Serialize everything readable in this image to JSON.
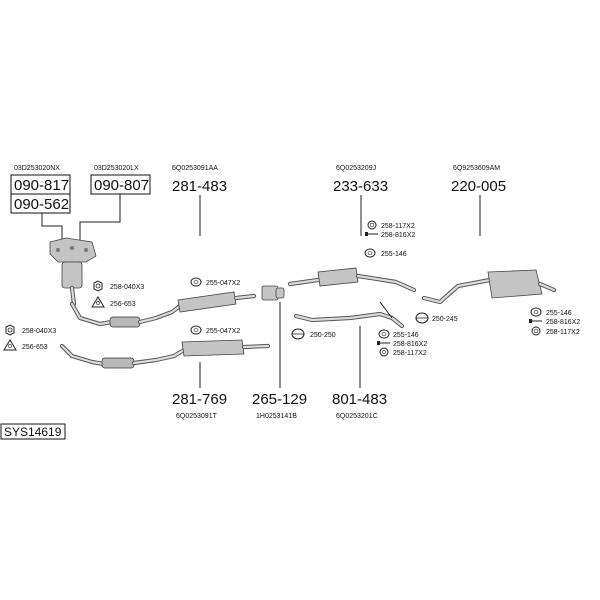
{
  "system_code": "SYS14619",
  "oe_numbers": {
    "cat1": "03D253020NX",
    "cat2": "03D253020LX",
    "front_muffler": "6Q0253091AA",
    "mid_muffler": "6Q0253209J",
    "rear_muffler": "6Q9253609AM",
    "front_muffler_2": "6Q0253091T",
    "connector": "1H0253141B",
    "mid_pipe": "6Q0253201C"
  },
  "part_numbers": {
    "cat1": "090-817",
    "cat2": "090-807",
    "cat3": "090-562",
    "front_muffler": "281-483",
    "mid_muffler": "233-633",
    "rear_muffler": "220-005",
    "front_muffler_2": "281-769",
    "connector": "265-129",
    "mid_pipe": "801-483"
  },
  "accessories": {
    "nut_cat": "258-040X3",
    "gasket_cat": "256-653",
    "nut_front": "258-040X3",
    "gasket_front": "256-653",
    "hanger_1": "255-047X2",
    "hanger_2": "255-047X2",
    "mid_clamp": "258-117X2",
    "mid_bolt": "258-816X2",
    "mid_hanger": "255-146",
    "rear_clamp_ring": "250-245",
    "conn_ring": "250-250",
    "lower_hanger": "255-146",
    "lower_bolt": "258-816X2",
    "lower_clamp": "258-117X2",
    "rear_hanger": "255-146",
    "rear_bolt": "258-816X2",
    "rear_clamp": "258-117X2"
  }
}
